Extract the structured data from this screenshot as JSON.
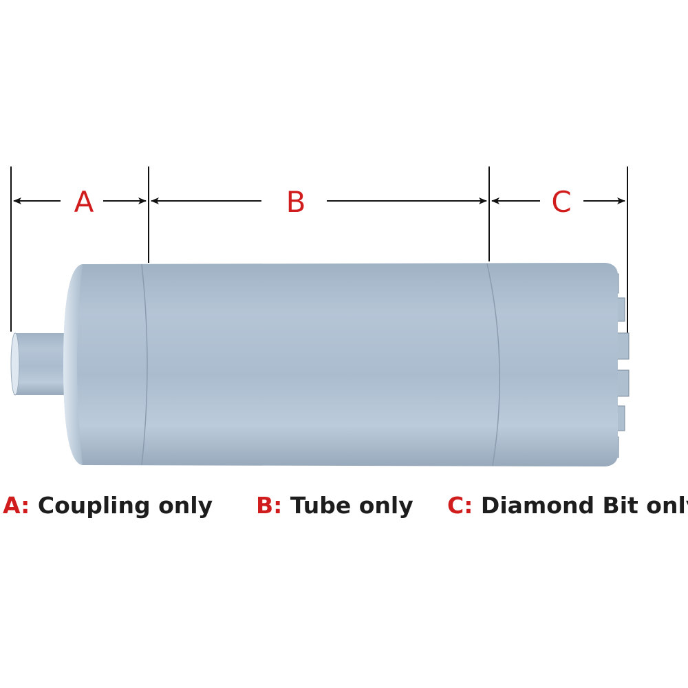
{
  "dimensions": [
    {
      "letter": "A"
    },
    {
      "letter": "B"
    },
    {
      "letter": "C"
    }
  ],
  "captions": [
    {
      "key": "A:",
      "text": "Coupling only"
    },
    {
      "key": "B:",
      "text": "Tube only"
    },
    {
      "key": "C:",
      "text": "Diamond Bit only"
    }
  ],
  "colors": {
    "label_red": "#d01c1c",
    "body": "#a9bccd",
    "text": "#1d1d1d"
  }
}
